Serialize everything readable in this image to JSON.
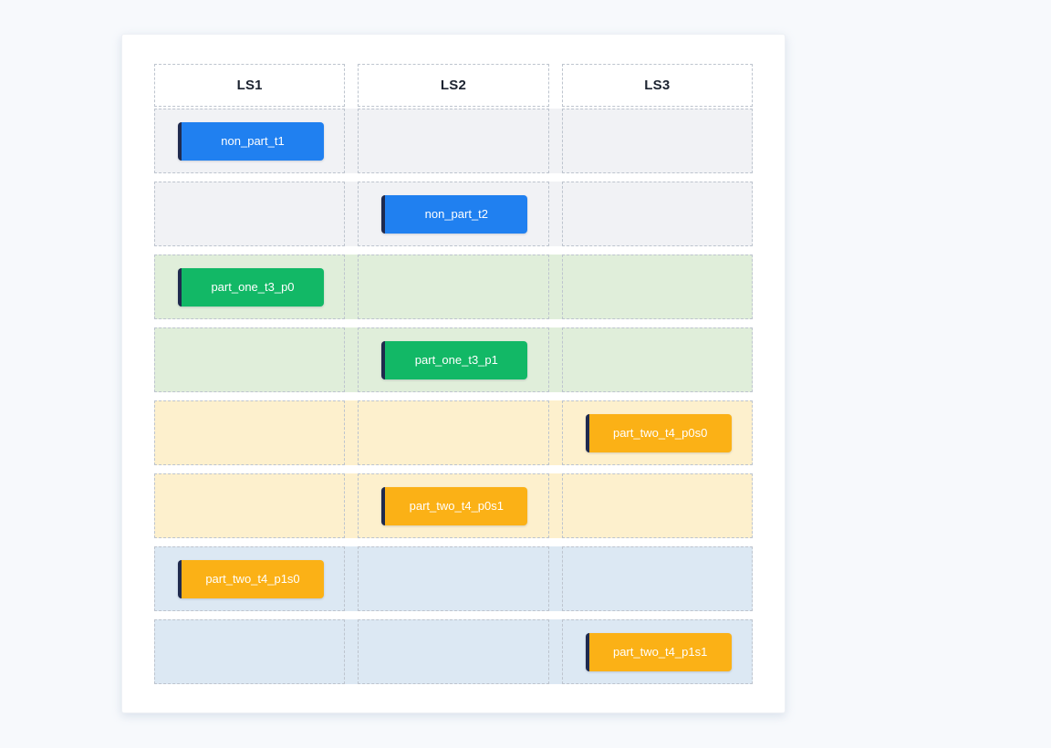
{
  "colors": {
    "page_bg": "#f7f9fc",
    "card_bg": "#ffffff",
    "dashed_border": "#bdc4ce",
    "header_text": "#1c2330",
    "task_text": "#ffffff",
    "task_edge": "#1f2a4e",
    "band_gray": "#f1f2f5",
    "band_green": "#e0eeda",
    "band_yellow": "#fdf0cd",
    "band_blue": "#dce8f3",
    "task_blue": "#2080f0",
    "task_green": "#12b866",
    "task_amber": "#fbb116"
  },
  "columns": [
    {
      "label": "LS1"
    },
    {
      "label": "LS2"
    },
    {
      "label": "LS3"
    }
  ],
  "rows": [
    {
      "band": "gray",
      "tasks": [
        {
          "col": 0,
          "label": "non_part_t1",
          "color": "blue"
        }
      ]
    },
    {
      "band": "gray",
      "tasks": [
        {
          "col": 1,
          "label": "non_part_t2",
          "color": "blue"
        }
      ]
    },
    {
      "band": "green",
      "tasks": [
        {
          "col": 0,
          "label": "part_one_t3_p0",
          "color": "green"
        }
      ]
    },
    {
      "band": "green",
      "tasks": [
        {
          "col": 1,
          "label": "part_one_t3_p1",
          "color": "green"
        }
      ]
    },
    {
      "band": "yellow",
      "tasks": [
        {
          "col": 2,
          "label": "part_two_t4_p0s0",
          "color": "amber"
        }
      ]
    },
    {
      "band": "yellow",
      "tasks": [
        {
          "col": 1,
          "label": "part_two_t4_p0s1",
          "color": "amber"
        }
      ]
    },
    {
      "band": "blue",
      "tasks": [
        {
          "col": 0,
          "label": "part_two_t4_p1s0",
          "color": "amber"
        }
      ]
    },
    {
      "band": "blue",
      "tasks": [
        {
          "col": 2,
          "label": "part_two_t4_p1s1",
          "color": "amber"
        }
      ]
    }
  ]
}
